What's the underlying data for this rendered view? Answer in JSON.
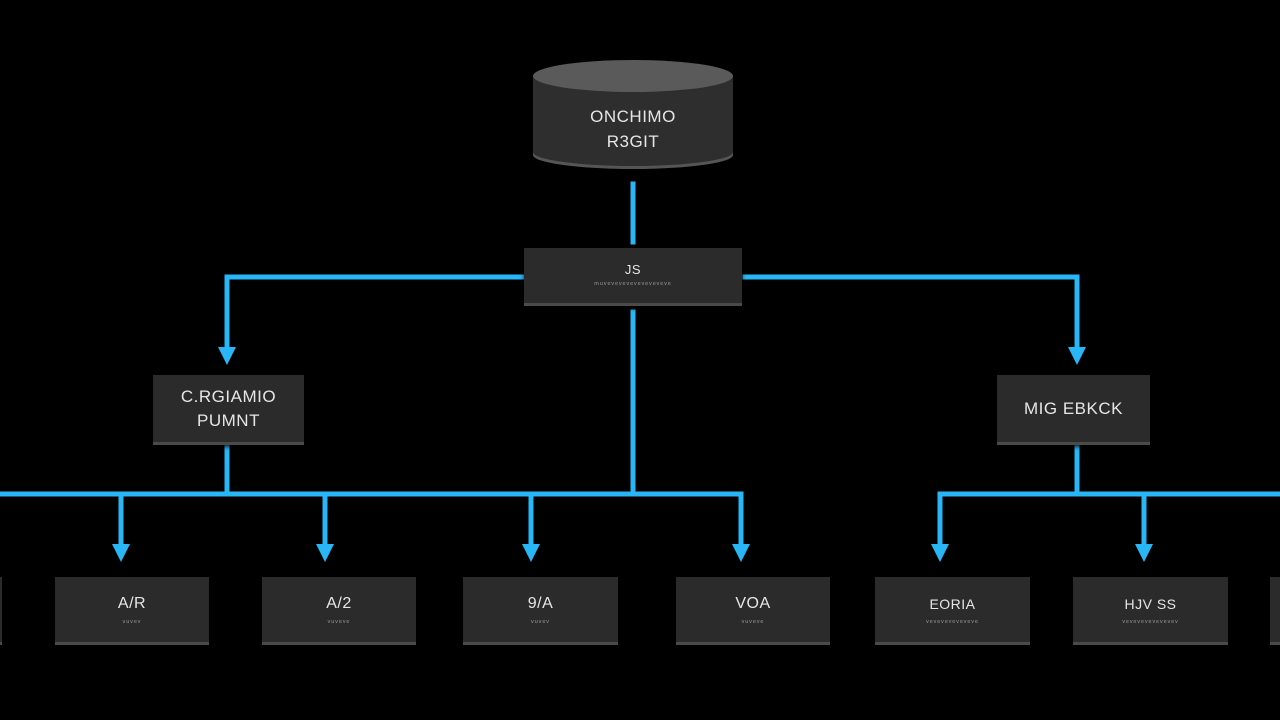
{
  "colors": {
    "background": "#000000",
    "connector": "#29b6f6",
    "node_fill": "#2b2b2b",
    "node_text": "#e6e6e6"
  },
  "root": {
    "line1": "ONCHIMO",
    "line2": "R3GIT"
  },
  "hub": {
    "title": "JS",
    "sub": "ᵐᵘᵛᵉᵛᵉᵛᵉᵛᵉᵛᵉᵛᵉᵛᵉᵛᵉᵛᵉ"
  },
  "left_branch": {
    "line1": "C.RGIAMIO",
    "line2": "PUMNT"
  },
  "right_branch": {
    "line1": "MIG EBKCK"
  },
  "leaves": [
    {
      "title": "A/R",
      "sub": "ᵛᵘᵛᵉᵛ"
    },
    {
      "title": "A/2",
      "sub": "ᵛᵘᵛᵉᵛᵉ"
    },
    {
      "title": "9/A",
      "sub": "ᵛᵘᵛᵉᵛ"
    },
    {
      "title": "VOA",
      "sub": "ᵛᵘᵛᵉᵛᵉ"
    },
    {
      "title": "EORIA",
      "sub": "ᵛᵉᵛᵉᵛᵉᵛᵉᵛᵉᵛᵉᵛᵉ"
    },
    {
      "title": "HJV SS",
      "sub": "ᵛᵉᵛᵉᵛᵉᵛᵉᵛᵉᵛᵉᵛᵉᵛ"
    }
  ]
}
